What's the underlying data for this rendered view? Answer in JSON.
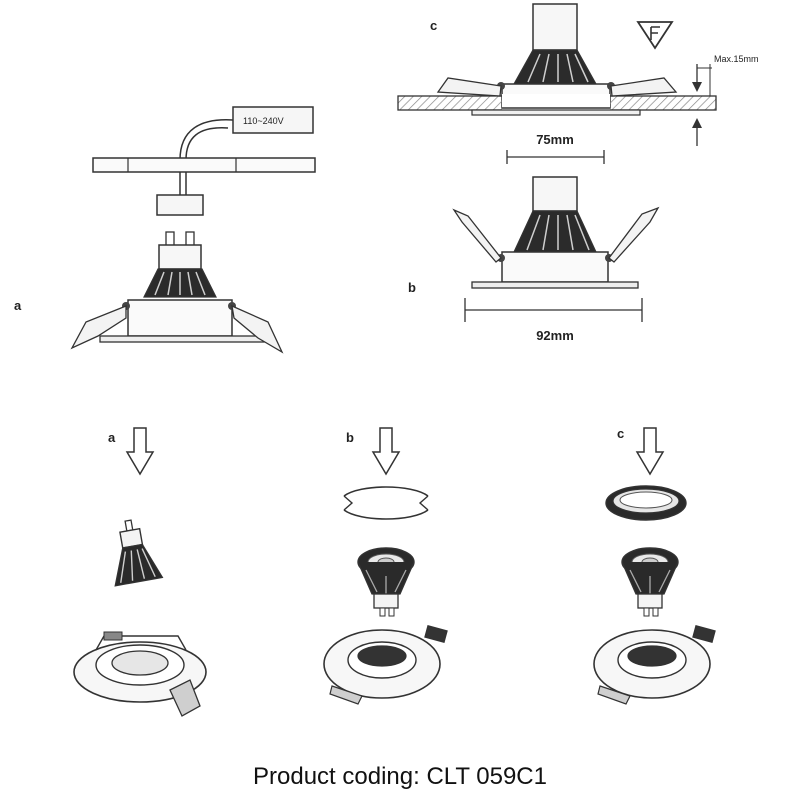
{
  "labels": {
    "a": "a",
    "b": "b",
    "c": "c"
  },
  "driver_text": "110~240V",
  "max_depth": "Max.15mm",
  "dim_75": "75mm",
  "dim_92": "92mm",
  "footer": "Product coding: CLT 059C1",
  "colors": {
    "stroke": "#333333",
    "fill_light": "#f4f4f4",
    "fill_dark": "#2a2a2a",
    "hatch": "#999999"
  }
}
